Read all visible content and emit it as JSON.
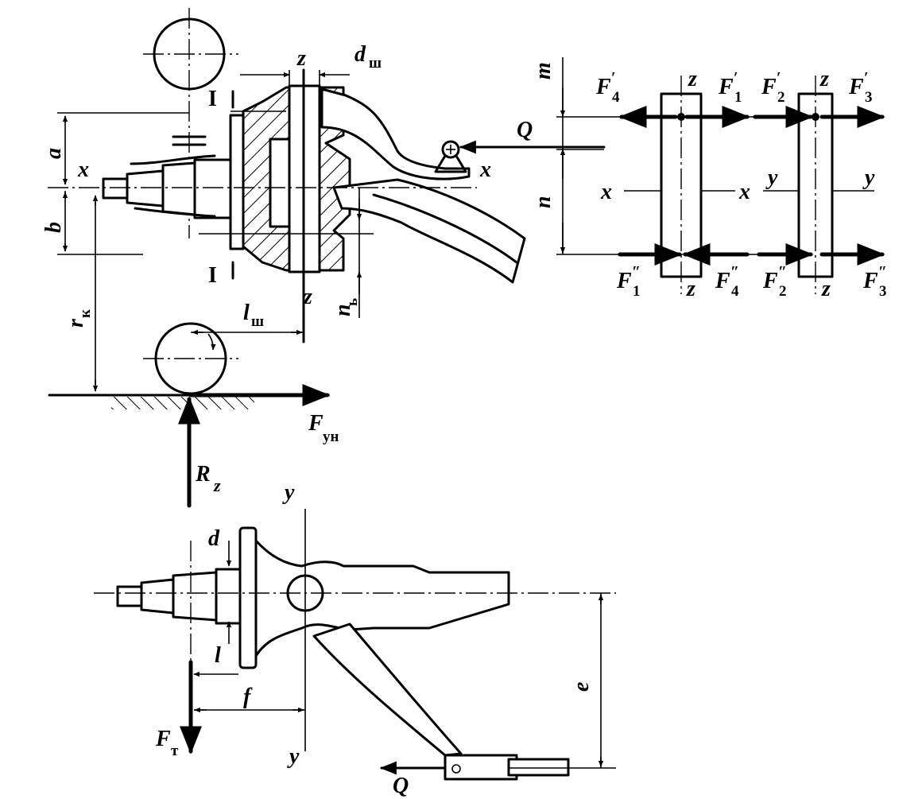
{
  "section_marks": {
    "top": "I",
    "bottom": "I"
  },
  "dimensions": {
    "a": "a",
    "b": "b",
    "r": "r",
    "r_sub": "к",
    "d": "d",
    "d_sub": "ш",
    "l": "l",
    "l_sub": "ш",
    "n": "n",
    "n_sub": "ь",
    "m": "m",
    "n_right": "n",
    "d_small": "d",
    "l_small": "l",
    "f": "f",
    "e": "e"
  },
  "axes": {
    "x_left": "x",
    "x_right": "x",
    "z_top": "z",
    "z_bottom": "z",
    "y_top": "y",
    "y_bottom": "y"
  },
  "forces": {
    "Q_top": "Q",
    "Q_bottom": "Q",
    "F": "F",
    "F_yn_sub": "ун",
    "R": "R",
    "R_sub": "z",
    "F_t": "F",
    "F_t_sub": "т"
  },
  "diagram_right": {
    "bar1": {
      "axis_top": "z",
      "axis_bottom": "z",
      "axis_left": "x",
      "axis_right": "x",
      "force_top_left": {
        "letter": "F",
        "sup": "′",
        "sub": "4"
      },
      "force_top_right": {
        "letter": "F",
        "sup": "′",
        "sub": "1"
      },
      "force_bottom_left": {
        "letter": "F",
        "sup": "″",
        "sub": "1"
      },
      "force_bottom_right": {
        "letter": "F",
        "sup": "″",
        "sub": "4"
      }
    },
    "bar2": {
      "axis_top": "z",
      "axis_bottom": "z",
      "axis_left": "y",
      "axis_right": "y",
      "force_top_left": {
        "letter": "F",
        "sup": "′",
        "sub": "2"
      },
      "force_top_right": {
        "letter": "F",
        "sup": "′",
        "sub": "3"
      },
      "force_bottom_left": {
        "letter": "F",
        "sup": "″",
        "sub": "2"
      },
      "force_bottom_right": {
        "letter": "F",
        "sup": "″",
        "sub": "3"
      }
    }
  }
}
